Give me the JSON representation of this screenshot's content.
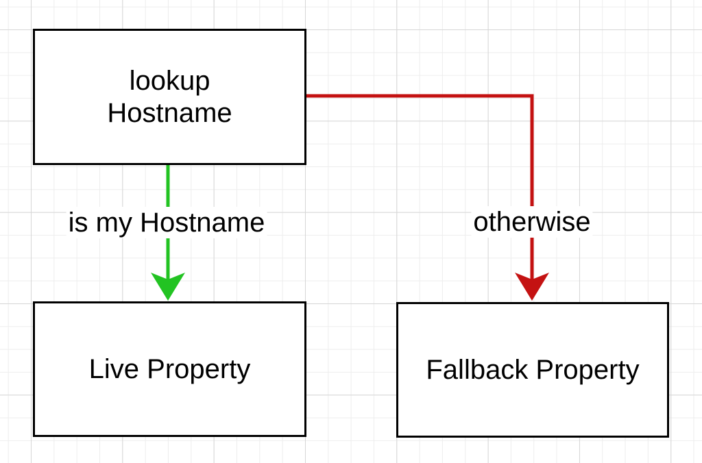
{
  "nodes": [
    {
      "id": "lookup-hostname",
      "label": "lookup\nHostname"
    },
    {
      "id": "live-property",
      "label": "Live Property"
    },
    {
      "id": "fallback-property",
      "label": "Fallback Property"
    }
  ],
  "edges": [
    {
      "id": "is-my-hostname",
      "label": "is my Hostname",
      "color": "#22c322",
      "from": "lookup-hostname",
      "to": "live-property"
    },
    {
      "id": "otherwise",
      "label": "otherwise",
      "color": "#c41212",
      "from": "lookup-hostname",
      "to": "fallback-property"
    }
  ],
  "colors": {
    "node_border": "#000000",
    "node_fill": "#ffffff",
    "text": "#000000",
    "grid_minor": "#ededed",
    "grid_major": "#d6d6d6",
    "background": "#ffffff"
  }
}
